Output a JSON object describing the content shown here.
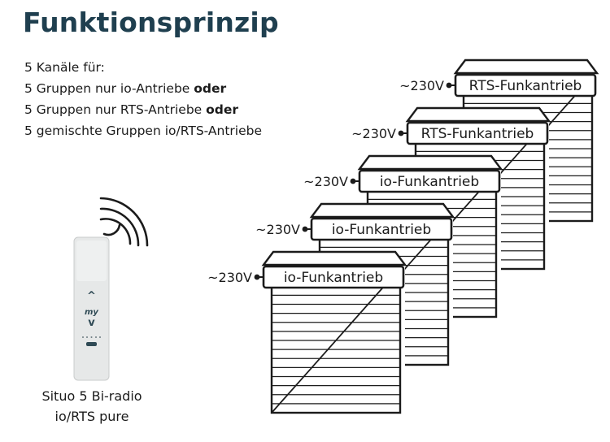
{
  "title": "Funktionsprinzip",
  "description": {
    "line1": "5 Kanäle für:",
    "line2_text": "5 Gruppen nur io-Antriebe ",
    "line2_bold": "oder",
    "line3_text": "5 Gruppen nur RTS-Antriebe ",
    "line3_bold": "oder",
    "line4": "5 gemischte Gruppen io/RTS-Antriebe"
  },
  "remote": {
    "caption_line1": "Situo 5 Bi-radio",
    "caption_line2": "io/RTS pure",
    "my_label": "my"
  },
  "units": [
    {
      "voltage": "~230V",
      "motor_label": "RTS-Funkantrieb"
    },
    {
      "voltage": "~230V",
      "motor_label": "RTS-Funkantrieb"
    },
    {
      "voltage": "~230V",
      "motor_label": "io-Funkantrieb"
    },
    {
      "voltage": "~230V",
      "motor_label": "io-Funkantrieb"
    },
    {
      "voltage": "~230V",
      "motor_label": "io-Funkantrieb"
    }
  ],
  "colors": {
    "title": "#1f3f4f",
    "line": "#1b1b1b",
    "remote_body": "#e4e6e6",
    "remote_icon": "#2f4a55"
  }
}
